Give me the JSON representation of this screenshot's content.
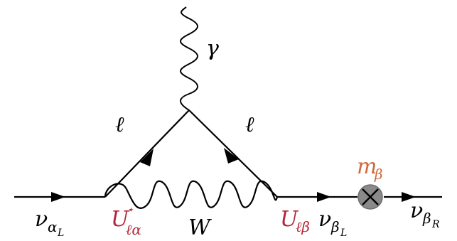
{
  "colors": {
    "line": "#000000",
    "accent_red": "#b5263a",
    "accent_orange": "#d0693f",
    "mass_blob": "#8a8a8a"
  },
  "labels": {
    "photon": "γ",
    "lepton_left": "ℓ",
    "lepton_right": "ℓ",
    "w_boson": "W",
    "nu_in": {
      "base": "ν",
      "sub": "α",
      "subsub": "L"
    },
    "nu_mid": {
      "base": "ν",
      "sub": "β",
      "subsub": "L"
    },
    "nu_out": {
      "base": "ν",
      "sub": "β",
      "subsub": "R"
    },
    "vertex_left": {
      "base": "U",
      "sup": "⋆",
      "sub": "ℓα"
    },
    "vertex_right": {
      "base": "U",
      "sub": "ℓβ"
    },
    "mass": {
      "base": "m",
      "sub": "β"
    }
  },
  "icons": {
    "mass_insertion": "circled-cross-icon"
  }
}
